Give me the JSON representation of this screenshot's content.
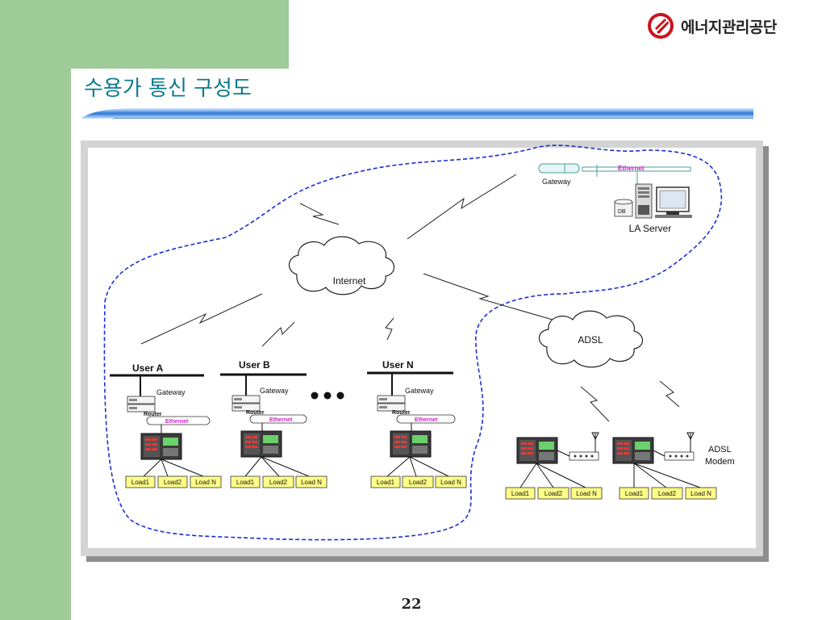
{
  "slide": {
    "title": "수용가 통신 구성도",
    "page_number": "22"
  },
  "logo": {
    "text": "에너지관리공단",
    "mark_color": "#c8141e"
  },
  "colors": {
    "sidebar": "#9ecb98",
    "title_text": "#0a7b8e",
    "dashed_boundary": "#1a2fd6",
    "title_rule": "#2a78d8",
    "ethernet_label": "#d01cc8",
    "load_box_fill": "#ffff88"
  },
  "diagram": {
    "clouds": {
      "internet": "Internet",
      "adsl": "ADSL"
    },
    "server": {
      "gateway_label": "Gateway",
      "ethernet_label": "Ethernet",
      "db_label": "DB",
      "server_label": "LA Server"
    },
    "users": [
      {
        "name": "User A",
        "gateway": "Gateway",
        "router": "Router",
        "ethernet": "Ethernet",
        "loads": [
          "Load1",
          "Load2",
          "Load N"
        ]
      },
      {
        "name": "User B",
        "gateway": "Gateway",
        "router": "Router",
        "ethernet": "Ethernet",
        "loads": [
          "Load1",
          "Load2",
          "Load N"
        ]
      },
      {
        "name": "User N",
        "gateway": "Gateway",
        "router": "Router",
        "ethernet": "Ethernet",
        "loads": [
          "Load1",
          "Load2",
          "Load N"
        ]
      }
    ],
    "adsl_sites": [
      {
        "loads": [
          "Load1",
          "Load2",
          "Load N"
        ]
      },
      {
        "loads": [
          "Load1",
          "Load2",
          "Load N"
        ]
      }
    ],
    "modem_label_line1": "ADSL",
    "modem_label_line2": "Modem"
  }
}
